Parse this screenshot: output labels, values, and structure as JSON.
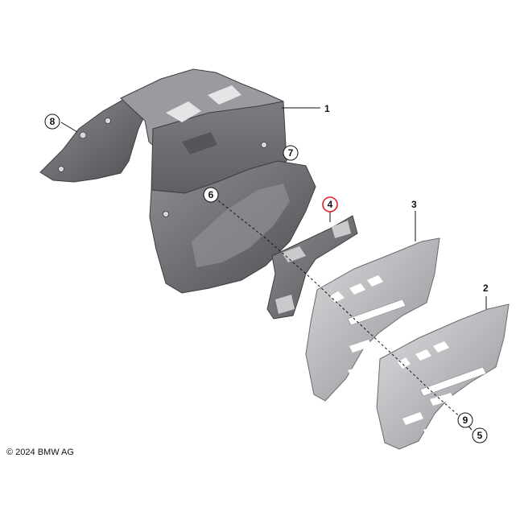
{
  "callouts": {
    "c1": "1",
    "c2": "2",
    "c3": "3",
    "c4": "4",
    "c5": "5",
    "c6": "6",
    "c7": "7",
    "c8": "8",
    "c9": "9"
  },
  "copyright": "© 2024 BMW AG",
  "colors": {
    "part_dark": "#6f7073",
    "part_mid": "#8b8c8f",
    "part_light": "#c4c5c7",
    "highlight_ring": "#e0202a"
  }
}
